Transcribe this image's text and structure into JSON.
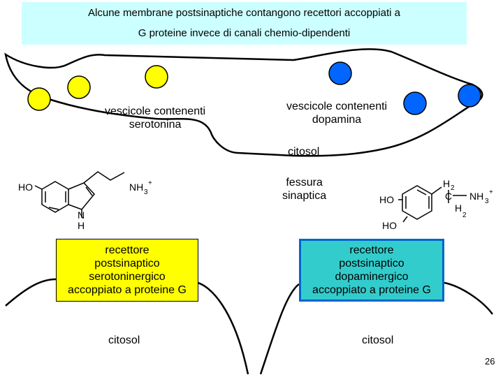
{
  "title": {
    "line1": "Alcune membrane postsinaptiche contangono recettori accoppiati a",
    "line2": "G proteine invece di canali chemio-dipendenti"
  },
  "labels": {
    "vesicles_serotonin": "vescicole contenenti\nserotonina",
    "vesicles_dopamine": "vescicole contenenti\ndopamina",
    "cytosol_presynaptic": "citosol",
    "synaptic_cleft": "fessura\nsinaptica",
    "cytosol_left": "citosol",
    "cytosol_right": "citosol"
  },
  "receptors": {
    "serotonin": "recettore\npostsinaptico\nserotoninergico\naccoppiato a proteine G",
    "dopamine": "recettore\npostsinaptico\ndopaminergico\naccoppiato a proteine G"
  },
  "serotonin_molecule": {
    "ho": "HO",
    "nh3": "NH",
    "sub3": "3",
    "plus": "+",
    "n": "N",
    "h": "H"
  },
  "dopamine_molecule": {
    "ho1": "HO",
    "ho2": "HO",
    "h2a": "H",
    "h2b": "H",
    "sub2": "2",
    "c": "C",
    "nh3": "NH",
    "sub3": "3",
    "plus": "+"
  },
  "colors": {
    "serotonin_vesicle": "#ffff00",
    "dopamine_vesicle": "#0066ff",
    "title_bg": "#ccffff",
    "serotonin_receptor": "#ffff00",
    "dopamine_receptor": "#33cccc"
  },
  "page_number": "26"
}
